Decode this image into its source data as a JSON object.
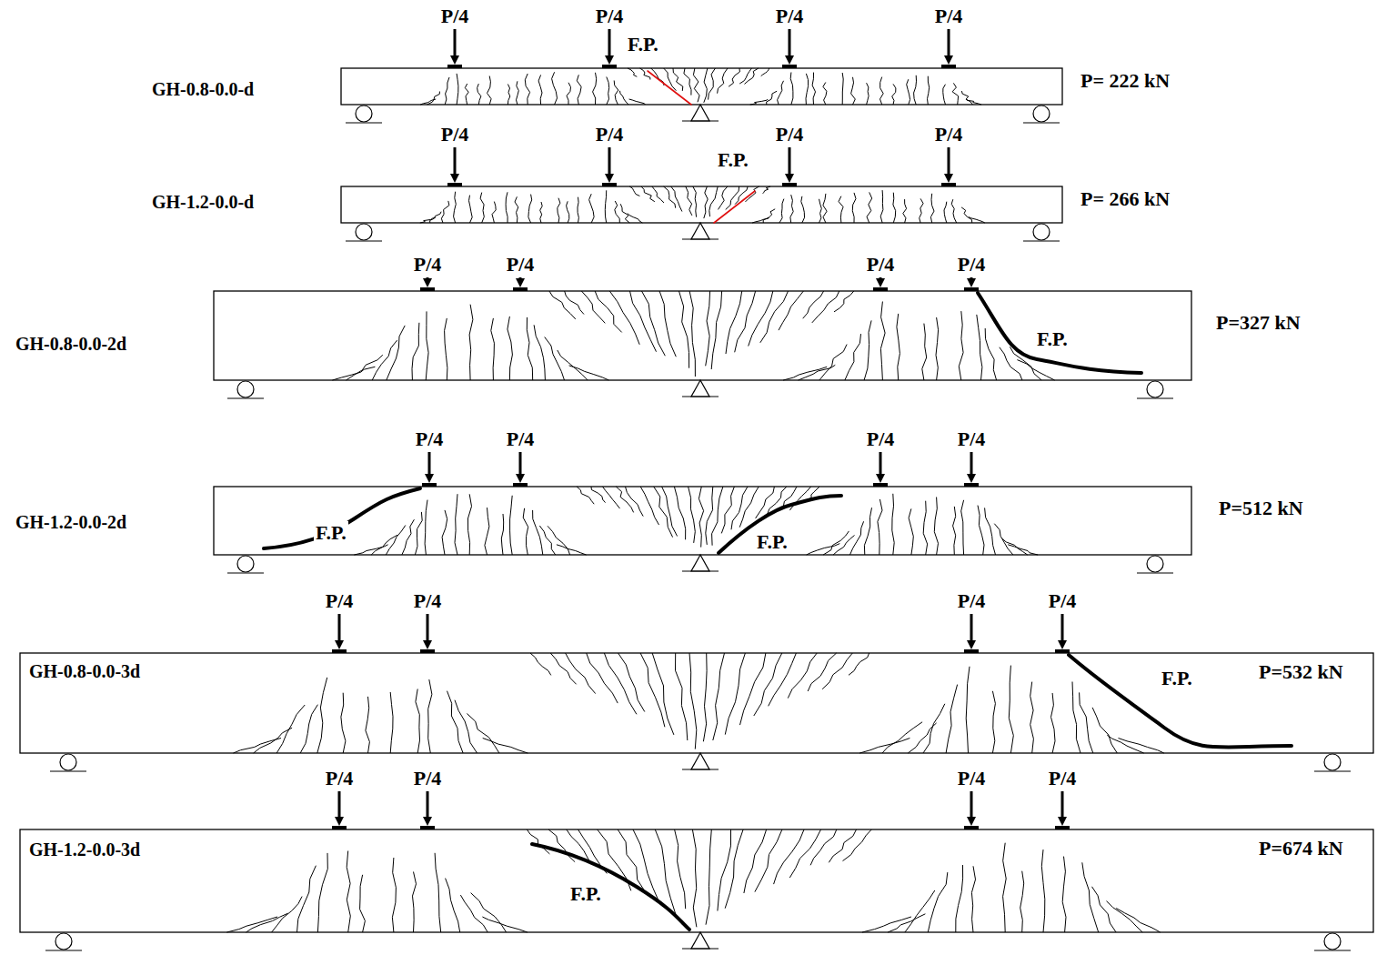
{
  "diagram": {
    "labels": [
      "P/4",
      "P/4",
      "P/4",
      "P/4",
      "F.P.",
      "GH-0.8-0.0-d",
      "P= 222 kN",
      "P/4",
      "P/4",
      "P/4",
      "P/4",
      "F.P.",
      "GH-1.2-0.0-d",
      "P= 266 kN",
      "P/4",
      "P/4",
      "P/4",
      "P/4",
      "F.P.",
      "GH-0.8-0.0-2d",
      "P=327 kN",
      "P/4",
      "P/4",
      "P/4",
      "P/4",
      "F.P.",
      "F.P.",
      "GH-1.2-0.0-2d",
      "P=512 kN",
      "P/4",
      "P/4",
      "P/4",
      "P/4",
      "F.P.",
      "GH-0.8-0.0-3d",
      "P=532 kN",
      "P/4",
      "P/4",
      "P/4",
      "P/4",
      "F.P.",
      "GH-1.2-0.0-3d",
      "P=674 kN"
    ]
  }
}
